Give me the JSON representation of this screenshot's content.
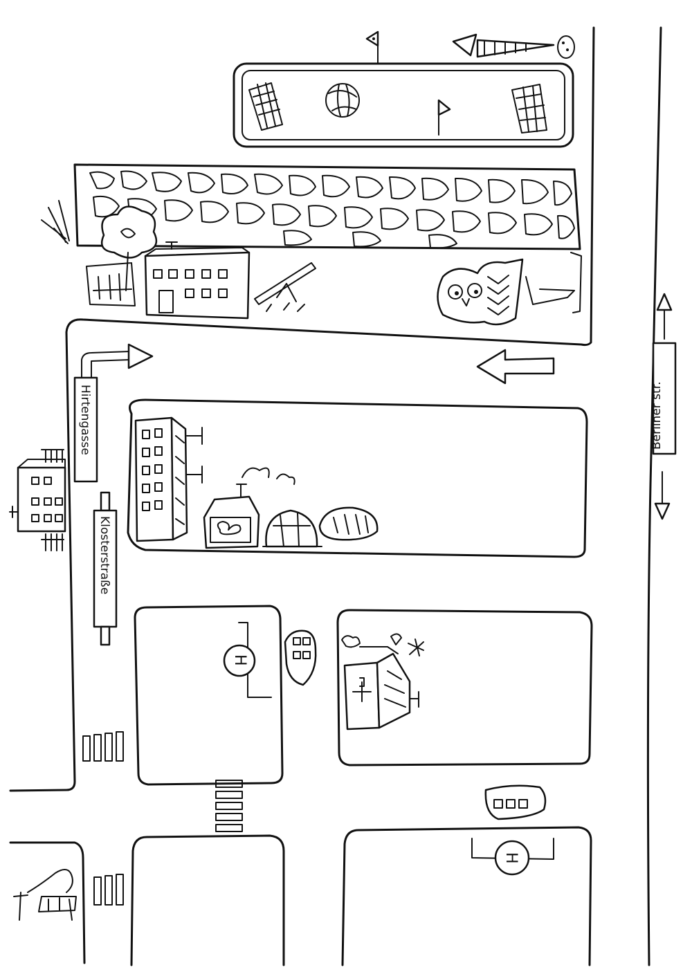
{
  "streets": {
    "berliner": "Berliner str.",
    "hirtengasse": "Hirtengasse",
    "klosterstrasse": "Klosterstraße"
  },
  "bus_stop_letter": "H",
  "icons": {
    "school": "school-building-icon",
    "pharmacy": "cross-building-icon",
    "bakery": "pretzel-bakery-icon",
    "owl": "owl-icon",
    "bus_stop": "bus-stop-sign-icon",
    "car": "car-icon",
    "tree": "tree-icon",
    "seesaw": "seesaw-icon",
    "goal": "goal-icon",
    "ball": "ball-icon",
    "ice_cream": "ice-cream-icon"
  }
}
